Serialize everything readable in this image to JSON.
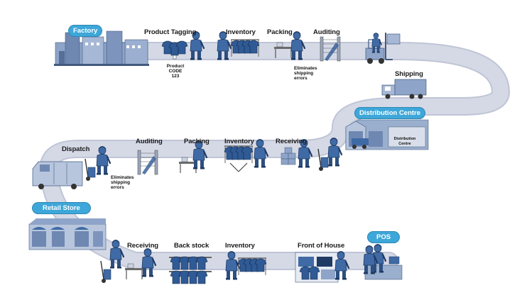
{
  "colors": {
    "path": "#d5d9e6",
    "path_edge": "#bfc5d6",
    "pill": "#3ea7d9",
    "figure": "#3f6aa5",
    "figure_dark": "#1f3a63",
    "building": "#8ea4c8"
  },
  "row1": {
    "factory": "Factory",
    "product_tagging": "Product Tagging",
    "product_code": [
      "Product",
      "CODE",
      "123"
    ],
    "inventory": "Inventory",
    "packing": "Packing",
    "auditing": "Auditing",
    "note": [
      "Eliminates",
      "shipping",
      "errors"
    ],
    "shipping": "Shipping"
  },
  "row2": {
    "distribution_centre": "Distribution Centre",
    "dc_sign": [
      "Distribution",
      "Centre"
    ],
    "receiving": "Receiving",
    "inventory": "Inventory",
    "packing": "Packing",
    "auditing": "Auditing",
    "note": [
      "Eliminates",
      "shipping",
      "errors"
    ],
    "dispatch": "Dispatch"
  },
  "row3": {
    "retail_store": "Retail Store",
    "receiving": "Receiving",
    "back_stock": "Back stock",
    "inventory": "Inventory",
    "front_of_house": "Front of House",
    "pos": "POS"
  },
  "icons": [
    "factory-icon",
    "tagged-garments-icon",
    "clothing-rack-icon",
    "packing-table-icon",
    "rfid-gate-icon",
    "forklift-icon",
    "truck-icon",
    "warehouse-icon",
    "hand-truck-icon",
    "van-icon",
    "store-icon",
    "shelf-icon",
    "checkout-counter-icon",
    "worker-icon"
  ]
}
